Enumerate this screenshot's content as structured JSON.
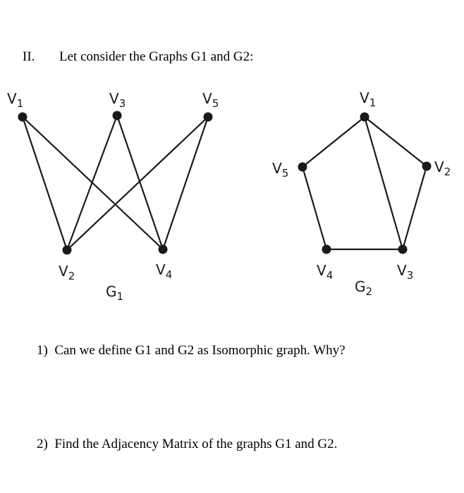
{
  "header": {
    "number": "II.",
    "text": "Let consider the Graphs G1 and G2:"
  },
  "questions": [
    {
      "number": "1)",
      "text": "Can we define G1 and G2 as Isomorphic graph. Why?"
    },
    {
      "number": "2)",
      "text": "Find the Adjacency Matrix of the graphs G1 and G2."
    }
  ],
  "graphs": [
    {
      "label_main": "G",
      "label_sub": "1",
      "vertices": [
        {
          "id": "v1",
          "main": "V",
          "sub": "1"
        },
        {
          "id": "v3",
          "main": "V",
          "sub": "3"
        },
        {
          "id": "v5",
          "main": "V",
          "sub": "5"
        },
        {
          "id": "v2",
          "main": "V",
          "sub": "2"
        },
        {
          "id": "v4",
          "main": "V",
          "sub": "4"
        }
      ],
      "edges": [
        [
          "v1",
          "v2"
        ],
        [
          "v1",
          "v4"
        ],
        [
          "v3",
          "v2"
        ],
        [
          "v3",
          "v4"
        ],
        [
          "v5",
          "v2"
        ],
        [
          "v5",
          "v4"
        ]
      ]
    },
    {
      "label_main": "G",
      "label_sub": "2",
      "vertices": [
        {
          "id": "v1",
          "main": "V",
          "sub": "1"
        },
        {
          "id": "v2",
          "main": "V",
          "sub": "2"
        },
        {
          "id": "v3",
          "main": "V",
          "sub": "3"
        },
        {
          "id": "v4",
          "main": "V",
          "sub": "4"
        },
        {
          "id": "v5",
          "main": "V",
          "sub": "5"
        }
      ],
      "edges": [
        [
          "v1",
          "v2"
        ],
        [
          "v2",
          "v3"
        ],
        [
          "v3",
          "v4"
        ],
        [
          "v4",
          "v5"
        ],
        [
          "v5",
          "v1"
        ],
        [
          "v1",
          "v3"
        ]
      ]
    }
  ]
}
